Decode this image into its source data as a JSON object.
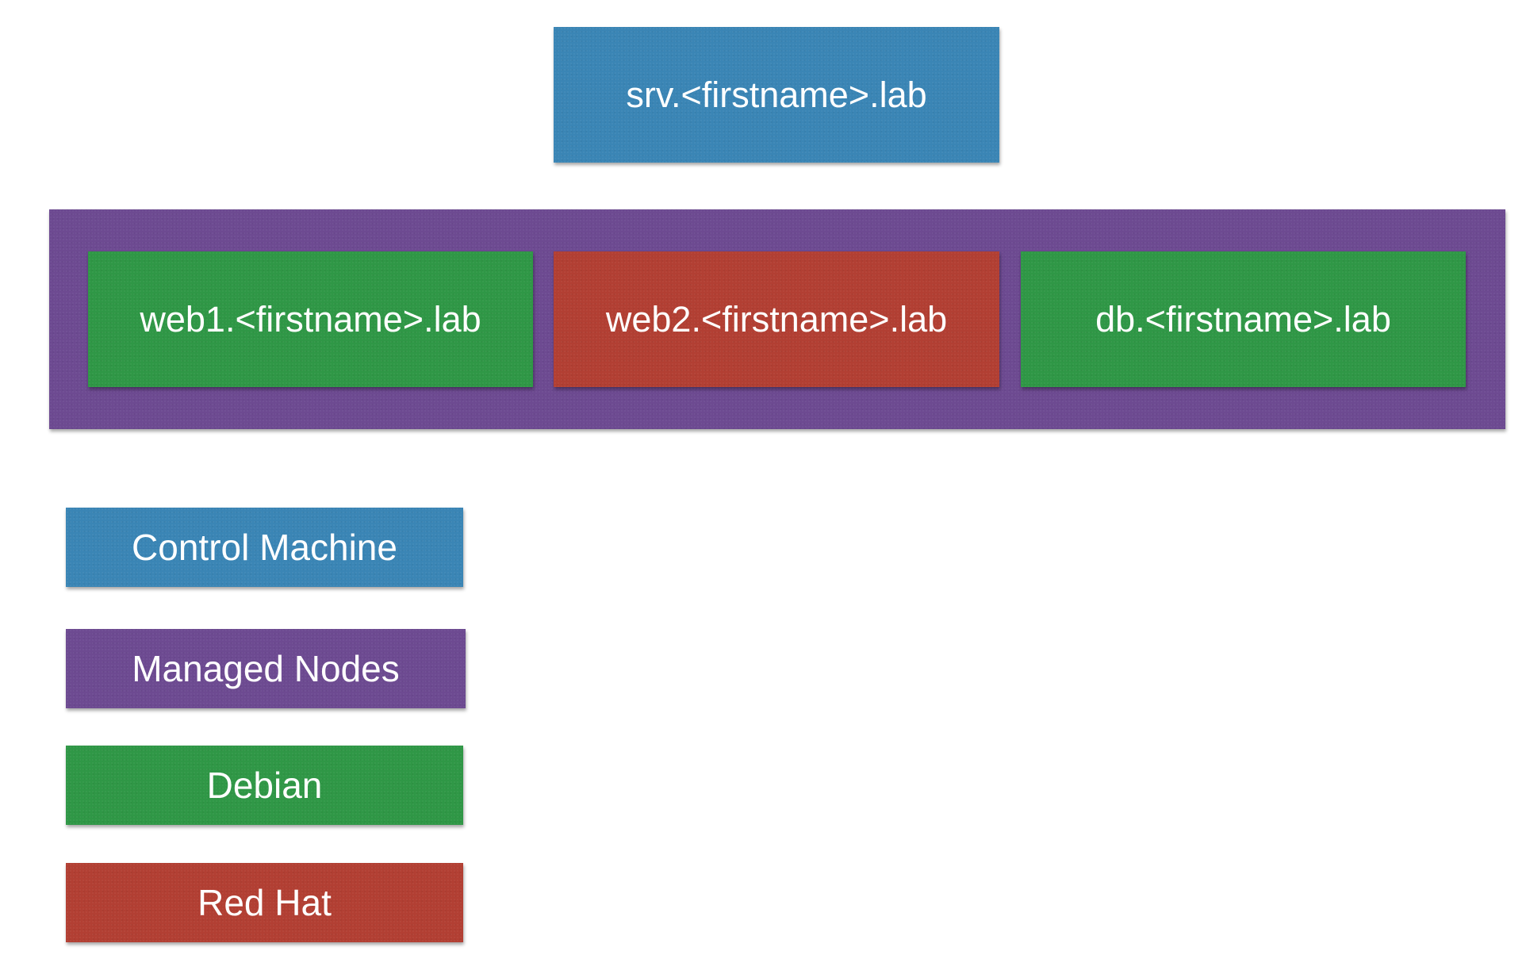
{
  "control_node": {
    "label": "srv.<firstname>.lab",
    "color": "#3a85b5"
  },
  "managed_group": {
    "color": "#6d4a91",
    "nodes": [
      {
        "label": "web1.<firstname>.lab",
        "color": "#2f9746"
      },
      {
        "label": "web2.<firstname>.lab",
        "color": "#b23f33"
      },
      {
        "label": "db.<firstname>.lab",
        "color": "#2f9746"
      }
    ]
  },
  "legend": [
    {
      "label": "Control Machine",
      "color": "#3a85b5"
    },
    {
      "label": "Managed Nodes",
      "color": "#6d4a91"
    },
    {
      "label": "Debian",
      "color": "#2f9746"
    },
    {
      "label": "Red Hat",
      "color": "#b23f33"
    }
  ]
}
